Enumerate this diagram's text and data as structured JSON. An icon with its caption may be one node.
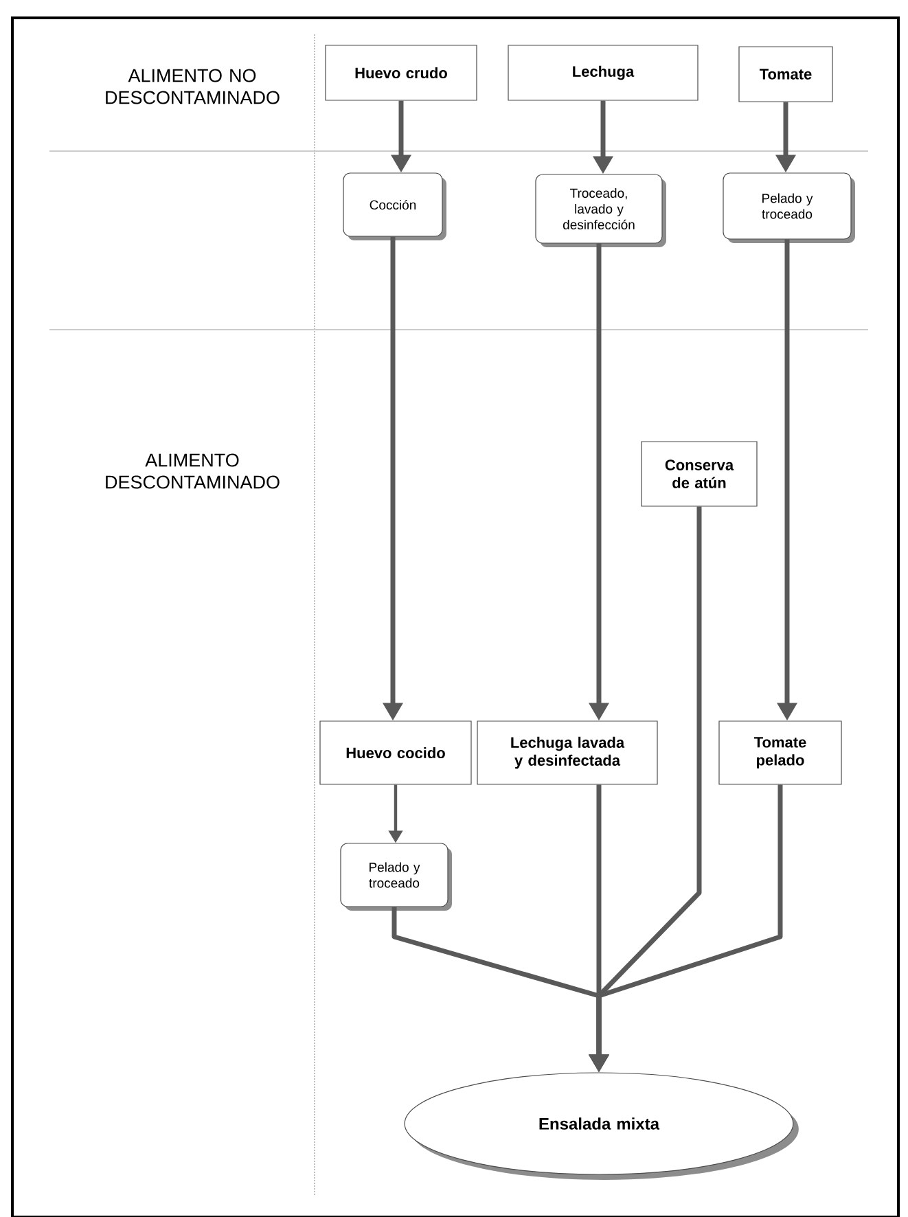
{
  "diagram": {
    "nodes": [
      {
        "text": [
          "Huevo crudo"
        ]
      },
      {
        "text": [
          "Lechuga"
        ]
      },
      {
        "text": [
          "Tomate"
        ]
      },
      {
        "text": [
          "Cocción"
        ]
      },
      {
        "text": [
          "Troceado, lavado y desinfección"
        ]
      },
      {
        "text": [
          "Pelado y troceado"
        ]
      },
      {
        "text": [
          "Conserva de atún"
        ]
      },
      {
        "text": [
          "Huevo cocido"
        ]
      },
      {
        "text": [
          "Lechuga lavada y desinfectada"
        ]
      },
      {
        "text": [
          "Tomate pelado"
        ]
      },
      {
        "text": [
          "Pelado y troceado"
        ]
      },
      {
        "text": [
          "Ensalada mixta"
        ]
      }
    ],
    "edges": [
      {
        "from": 0,
        "to": 3,
        "arrow": "to"
      },
      {
        "from": 1,
        "to": 4,
        "arrow": "to"
      },
      {
        "from": 2,
        "to": 5,
        "arrow": "to"
      },
      {
        "from": 3,
        "to": 7,
        "arrow": "to"
      },
      {
        "from": 4,
        "to": 8,
        "arrow": "to"
      },
      {
        "from": 5,
        "to": 9,
        "arrow": "to"
      },
      {
        "from": 7,
        "to": 10,
        "arrow": "to"
      },
      {
        "from": 10,
        "to": 11,
        "arrow": "to"
      },
      {
        "from": 8,
        "to": 11,
        "arrow": "to"
      },
      {
        "from": 6,
        "to": 11,
        "arrow": "to"
      },
      {
        "from": 9,
        "to": 11,
        "arrow": "to"
      }
    ],
    "labels": [
      "ALIMENTO NO DESCONTAMINADO",
      "ALIMENTO DESCONTAMINADO"
    ]
  }
}
